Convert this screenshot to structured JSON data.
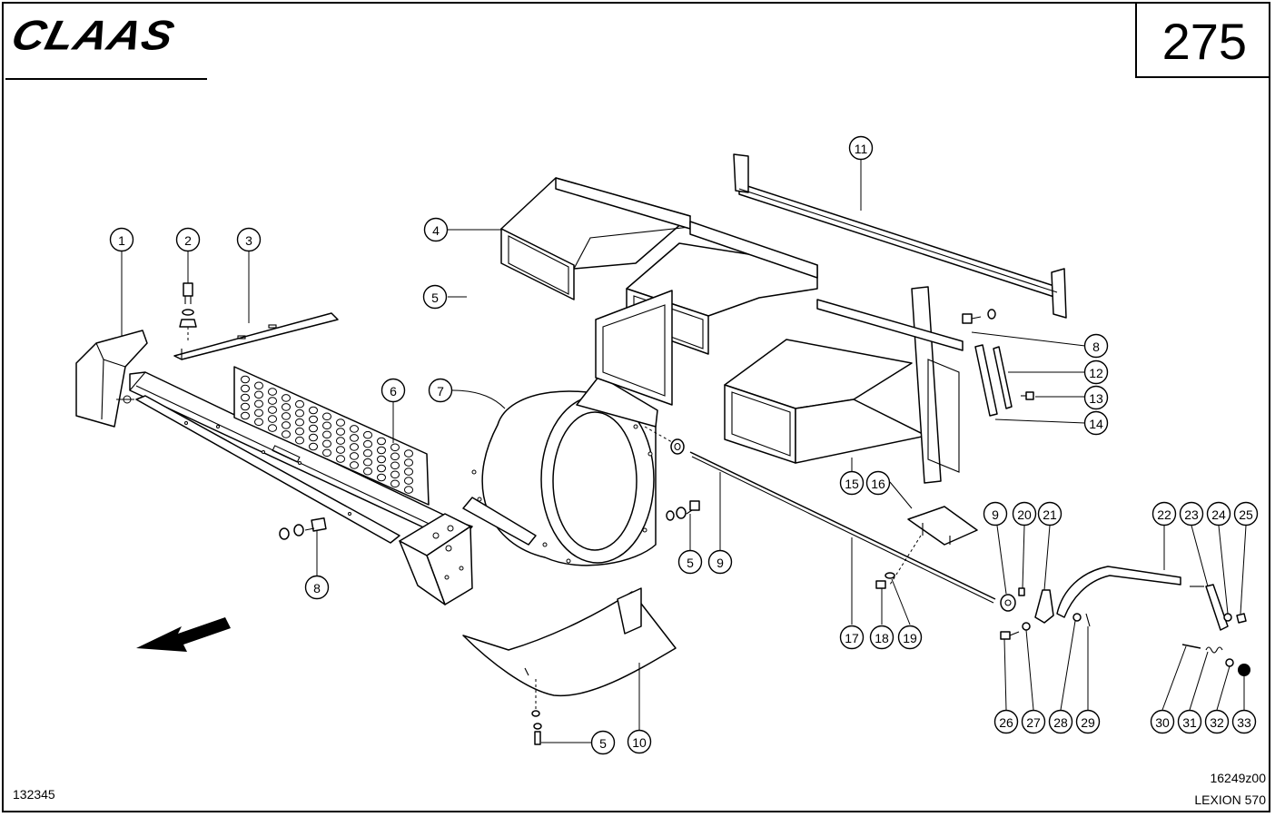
{
  "header": {
    "brand": "CLAAS",
    "page_number": "275"
  },
  "footer": {
    "reference_number": "132345",
    "drawing_number": "16249z00",
    "model": "LEXION 570"
  },
  "callouts": [
    {
      "label": "1"
    },
    {
      "label": "2"
    },
    {
      "label": "3"
    },
    {
      "label": "4"
    },
    {
      "label": "5"
    },
    {
      "label": "5"
    },
    {
      "label": "5"
    },
    {
      "label": "6"
    },
    {
      "label": "7"
    },
    {
      "label": "8"
    },
    {
      "label": "8"
    },
    {
      "label": "9"
    },
    {
      "label": "9"
    },
    {
      "label": "10"
    },
    {
      "label": "11"
    },
    {
      "label": "12"
    },
    {
      "label": "13"
    },
    {
      "label": "14"
    },
    {
      "label": "15"
    },
    {
      "label": "16"
    },
    {
      "label": "17"
    },
    {
      "label": "18"
    },
    {
      "label": "19"
    },
    {
      "label": "20"
    },
    {
      "label": "21"
    },
    {
      "label": "22"
    },
    {
      "label": "23"
    },
    {
      "label": "24"
    },
    {
      "label": "25"
    },
    {
      "label": "26"
    },
    {
      "label": "27"
    },
    {
      "label": "28"
    },
    {
      "label": "29"
    },
    {
      "label": "30"
    },
    {
      "label": "31"
    },
    {
      "label": "32"
    },
    {
      "label": "33"
    }
  ]
}
